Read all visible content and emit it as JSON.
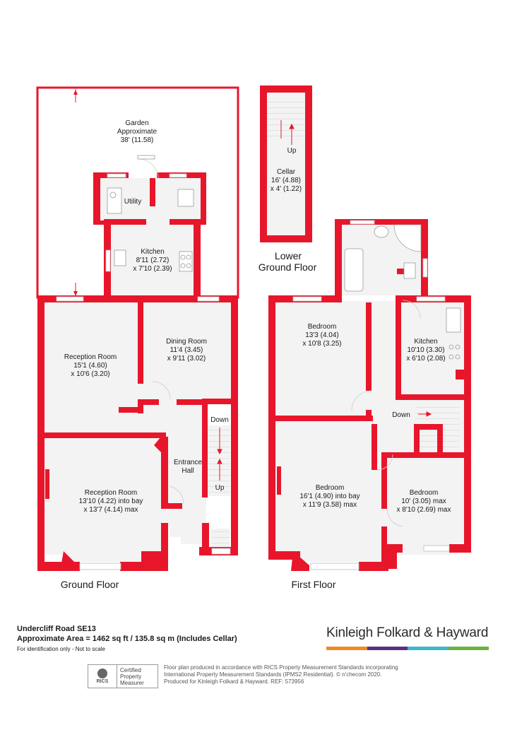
{
  "plan_labels": {
    "garden": [
      "Garden",
      "Approximate",
      "38' (11.58)"
    ],
    "utility": [
      "Utility"
    ],
    "kitchen_ground": [
      "Kitchen",
      "8'11 (2.72)",
      "x 7'10 (2.39)"
    ],
    "reception_rear": [
      "Reception Room",
      "15'1 (4.60)",
      "x 10'6 (3.20)"
    ],
    "dining": [
      "Dining Room",
      "11'4 (3.45)",
      "x 9'11 (3.02)"
    ],
    "reception_front": [
      "Reception Room",
      "13'10 (4.22) into bay",
      "x 13'7 (4.14) max"
    ],
    "entrance_hall": [
      "Entrance",
      "Hall"
    ],
    "down_ground": [
      "Down"
    ],
    "up_ground": [
      "Up"
    ],
    "cellar": [
      "Cellar",
      "16' (4.88)",
      "x 4' (1.22)"
    ],
    "up_cellar": [
      "Up"
    ],
    "bedroom_rear": [
      "Bedroom",
      "13'3 (4.04)",
      "x 10'8 (3.25)"
    ],
    "kitchen_first": [
      "Kitchen",
      "10'10 (3.30)",
      "x 6'10 (2.08)"
    ],
    "down_first": [
      "Down"
    ],
    "bedroom_front": [
      "Bedroom",
      "16'1 (4.90) into bay",
      "x 11'9 (3.58) max"
    ],
    "bedroom_small": [
      "Bedroom",
      "10' (3.05) max",
      "x 8'10 (2.69) max"
    ]
  },
  "floor_labels": {
    "ground": [
      "Ground Floor"
    ],
    "lower": [
      "Lower",
      "Ground Floor"
    ],
    "first": [
      "First Floor"
    ]
  },
  "footer": {
    "address": "Undercliff Road SE13",
    "area": "Approximate Area = 1462 sq ft / 135.8 sq m (Includes Cellar)",
    "note": "For identification only - Not to scale",
    "brand": "Kinleigh Folkard & Hayward",
    "rics_mark": "RICS",
    "certified": "Certified",
    "property": "Property",
    "measurer": "Measurer",
    "disclaimer_1": "Floor plan produced in accordance with RICS Property Measurement Standards incorporating",
    "disclaimer_2": "International Property Measurement Standards (IPMS2 Residential).  © n'checom 2020.",
    "disclaimer_3": "Produced for Kinleigh Folkard & Hayward.   REF: 573956"
  },
  "colors": {
    "wall": "#e8162b",
    "floor": "#f3f3f3",
    "brand_bar": [
      "#f08a24",
      "#5b2d86",
      "#3bb7c8",
      "#6bb33c"
    ]
  }
}
